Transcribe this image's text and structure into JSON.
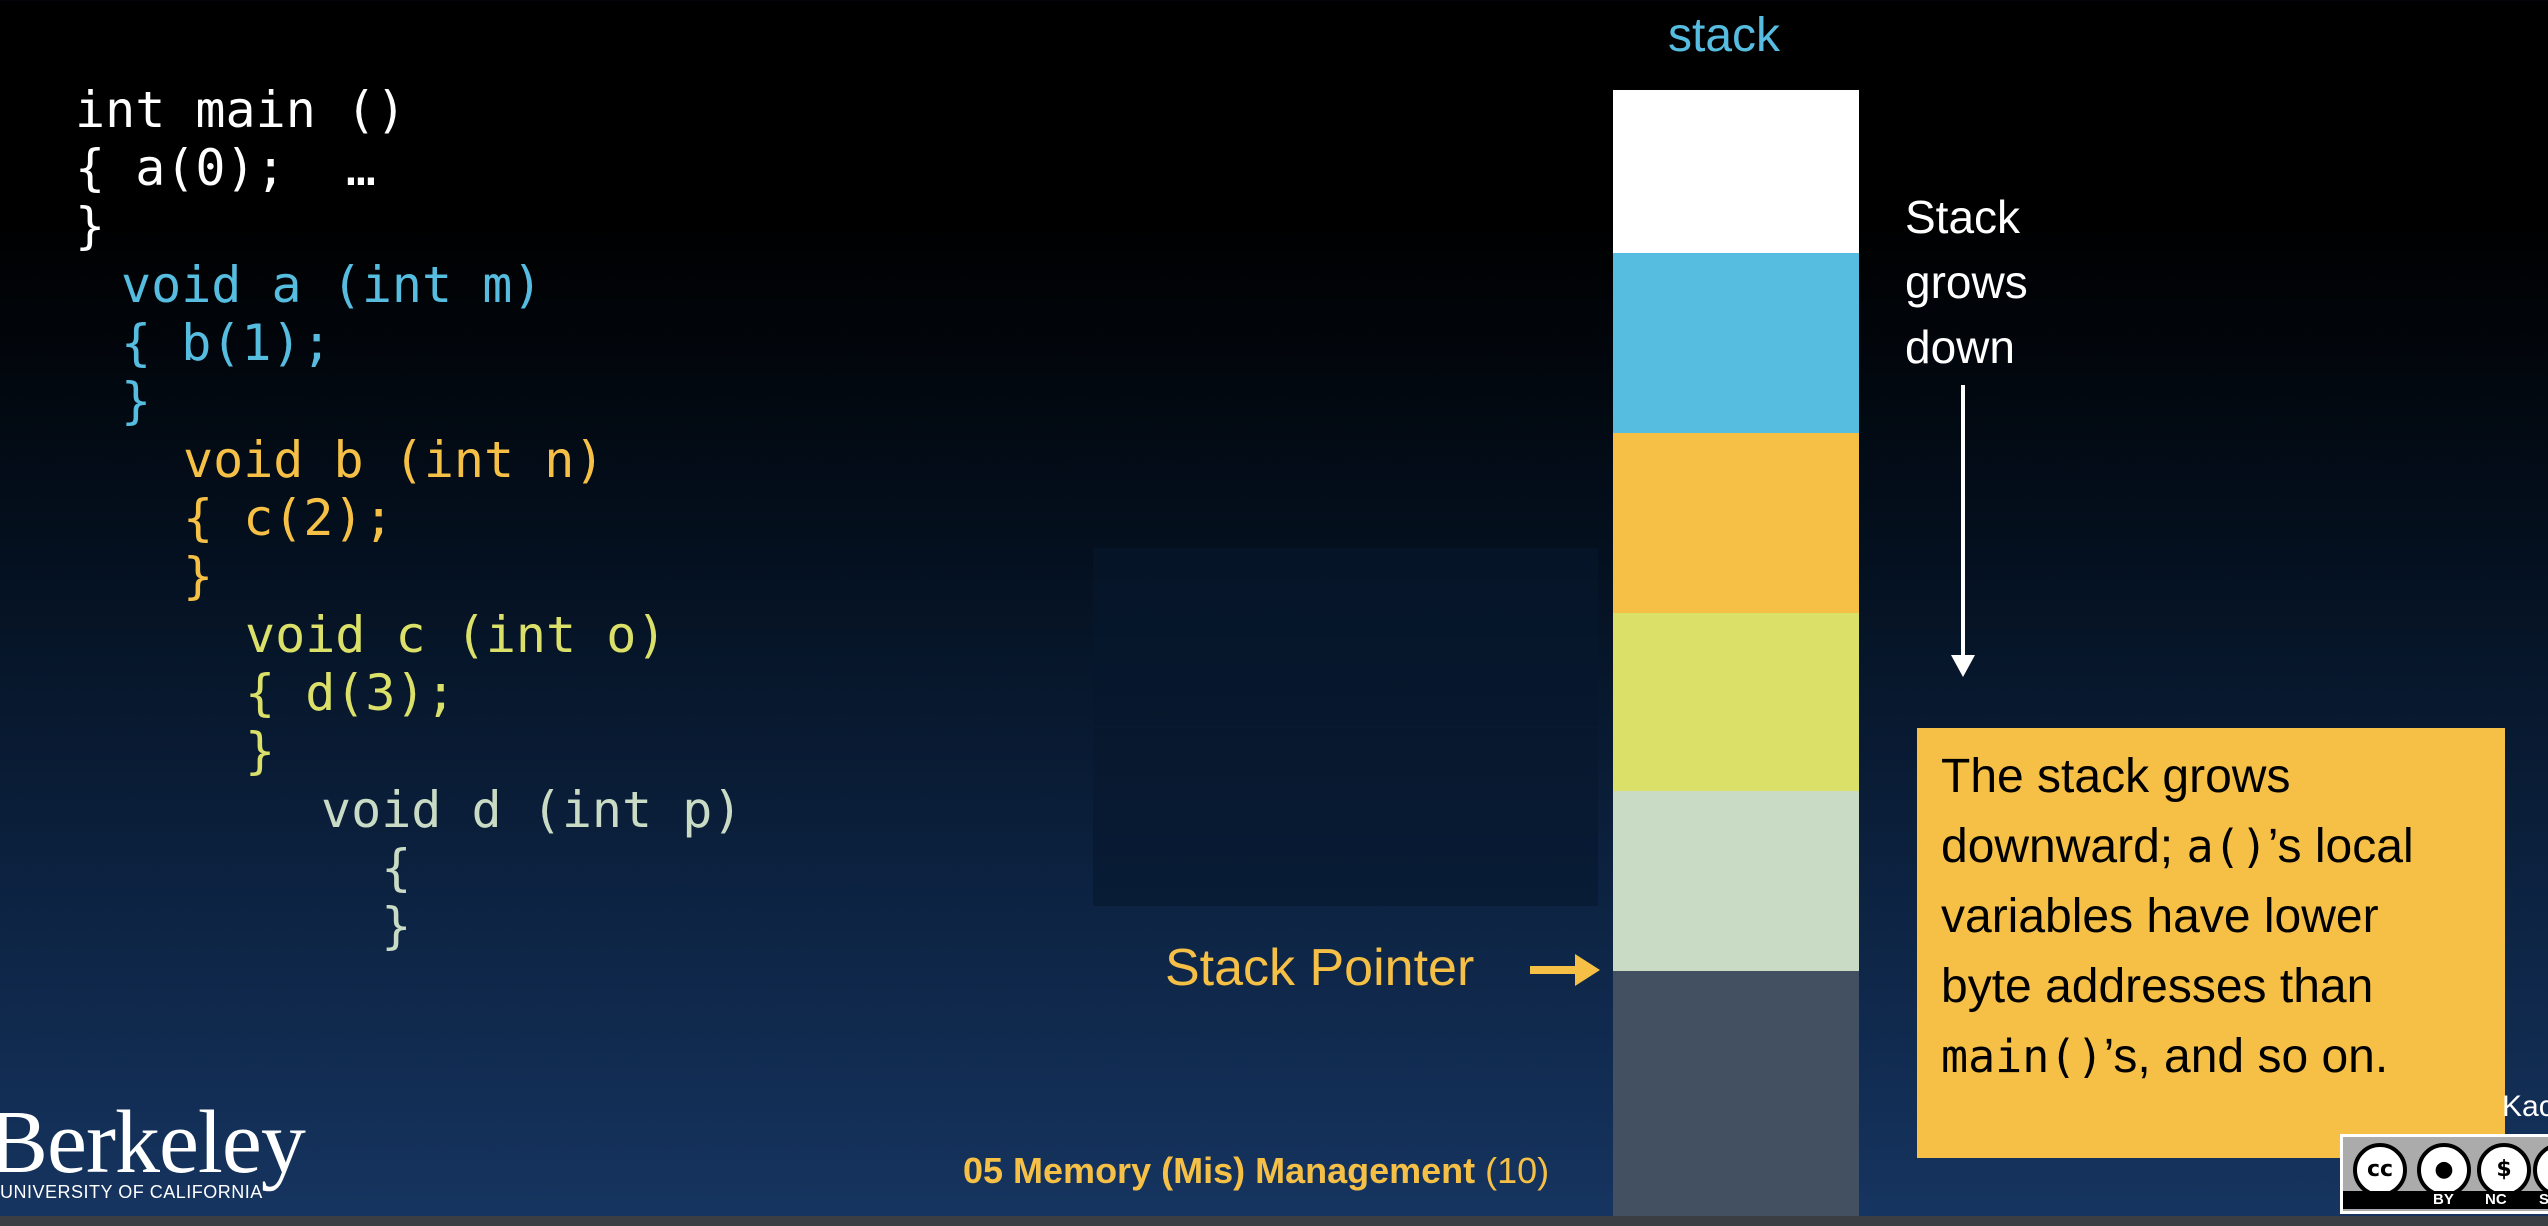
{
  "code": {
    "main": [
      "int main ()",
      "{ a(0);  …",
      "}"
    ],
    "a": [
      "void a (int m)",
      "{ b(1);",
      "}"
    ],
    "b": [
      "void b (int n)",
      "{ c(2);",
      "}"
    ],
    "c": [
      "void c (int o)",
      "{ d(3);",
      "}"
    ],
    "d": [
      "void d (int p)",
      "{",
      "}"
    ]
  },
  "stack": {
    "title": "stack",
    "frame_colors": [
      "#ffffff",
      "#56bde0",
      "#f5c045",
      "#dae068",
      "#c9dbc4",
      "#435061"
    ]
  },
  "grows": [
    "Stack",
    "grows",
    "down"
  ],
  "stack_pointer_label": "Stack Pointer",
  "callout": {
    "part1": "The stack grows downward; ",
    "code1": "a()",
    "part2": "’s local variables have lower byte addresses than ",
    "code2": "main()",
    "part3": "’s, and so on."
  },
  "footer": {
    "title": "05 Memory (Mis) Management",
    "page": "(10)"
  },
  "logo": {
    "name": "Berkeley",
    "sub": "UNIVERSITY OF CALIFORNIA"
  },
  "corner_text": "Kac",
  "license": {
    "labels": [
      "BY",
      "NC",
      "SA"
    ]
  }
}
